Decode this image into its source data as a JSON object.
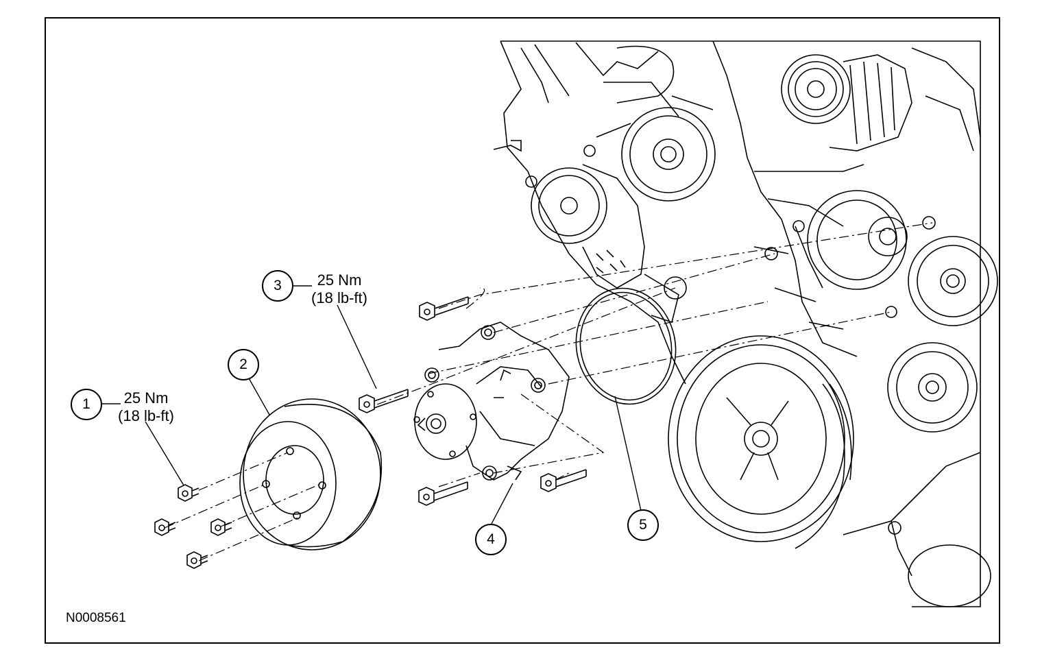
{
  "figure": {
    "id": "N0008561",
    "callouts": [
      {
        "num": "1",
        "torque_nm": "25 Nm",
        "torque_lbft": "(18 lb-ft)"
      },
      {
        "num": "2"
      },
      {
        "num": "3",
        "torque_nm": "25 Nm",
        "torque_lbft": "(18 lb-ft)"
      },
      {
        "num": "4"
      },
      {
        "num": "5"
      }
    ]
  },
  "colors": {
    "line": "#000000",
    "background": "#ffffff"
  }
}
